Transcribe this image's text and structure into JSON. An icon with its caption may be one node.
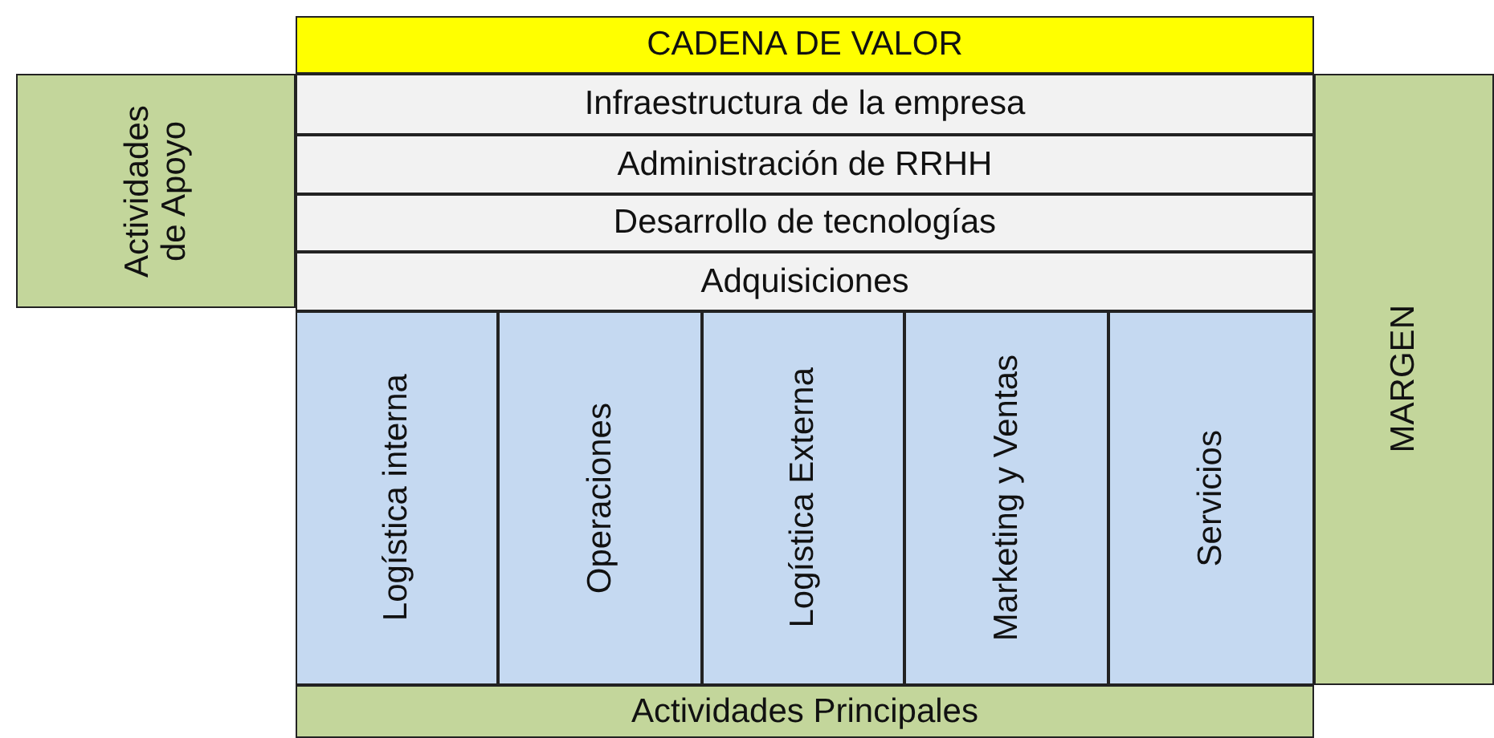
{
  "diagram": {
    "nodes": [
      {
        "text": [
          "CADENA DE VALOR"
        ]
      },
      {
        "text": [
          "Actividades de Apoyo"
        ]
      },
      {
        "text": [
          "Infraestructura de la empresa"
        ]
      },
      {
        "text": [
          "Administración de RRHH"
        ]
      },
      {
        "text": [
          "Desarrollo de tecnologías"
        ]
      },
      {
        "text": [
          "Adquisiciones"
        ]
      },
      {
        "text": [
          "Logística interna"
        ]
      },
      {
        "text": [
          "Operaciones"
        ]
      },
      {
        "text": [
          "Logística Externa"
        ]
      },
      {
        "text": [
          "Marketing y Ventas"
        ]
      },
      {
        "text": [
          "Servicios"
        ]
      },
      {
        "text": [
          "MARGEN"
        ]
      },
      {
        "text": [
          "Actividades Principales"
        ]
      }
    ]
  }
}
